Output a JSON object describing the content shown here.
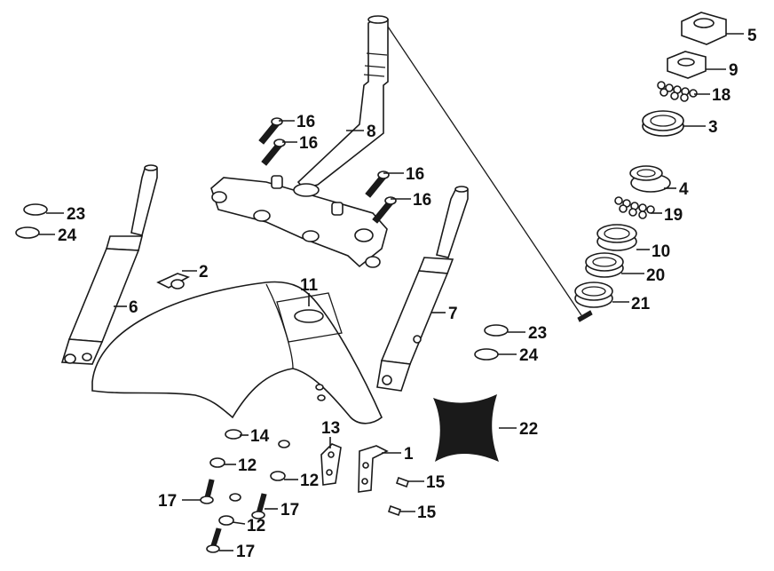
{
  "parts": {
    "p1": "1",
    "p2": "2",
    "p3": "3",
    "p4": "4",
    "p5": "5",
    "p6": "6",
    "p7": "7",
    "p8": "8",
    "p9": "9",
    "p10": "10",
    "p11": "11",
    "p12a": "12",
    "p12b": "12",
    "p12c": "12",
    "p13": "13",
    "p14": "14",
    "p15a": "15",
    "p15b": "15",
    "p16a": "16",
    "p16b": "16",
    "p16c": "16",
    "p16d": "16",
    "p17a": "17",
    "p17b": "17",
    "p17c": "17",
    "p18": "18",
    "p19": "19",
    "p20": "20",
    "p21": "21",
    "p22": "22",
    "p23a": "23",
    "p23b": "23",
    "p24a": "24",
    "p24b": "24"
  }
}
